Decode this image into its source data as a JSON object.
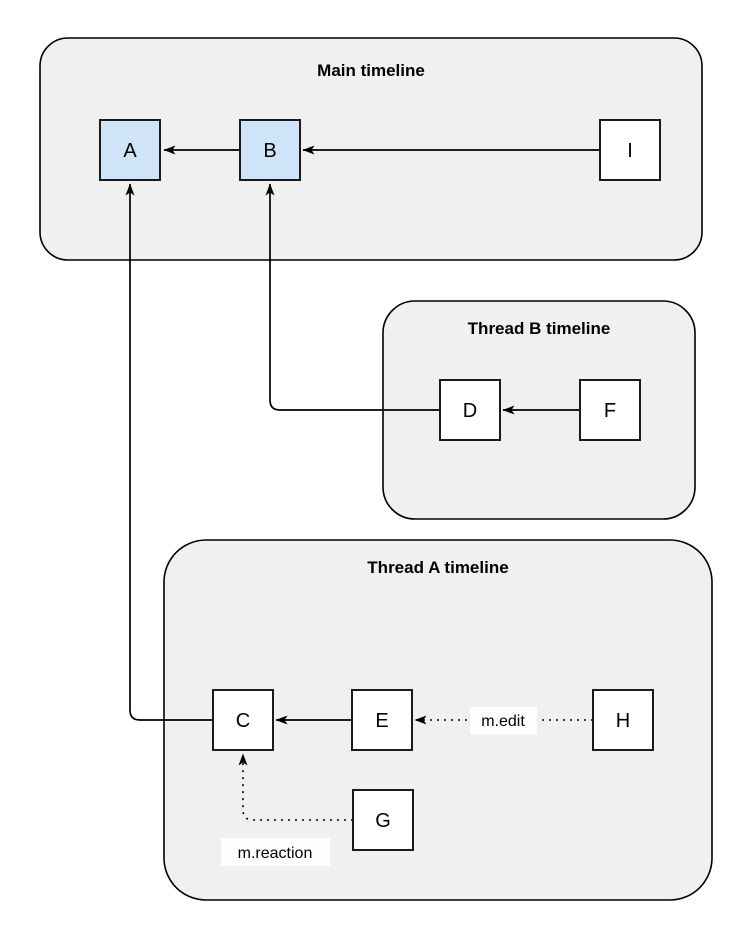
{
  "diagram": {
    "description": "Event graph showing a main timeline and two thread timelines",
    "colors": {
      "container_fill": "#f0f0f0",
      "container_stroke": "#000000",
      "node_fill_highlight": "#cfe3f9",
      "node_fill_default": "#ffffff",
      "node_stroke": "#1a1a1a",
      "edge_color": "#000000",
      "label_bg": "#ffffff"
    },
    "containers": [
      {
        "id": "main",
        "title": "Main timeline"
      },
      {
        "id": "thread-b",
        "title": "Thread B timeline"
      },
      {
        "id": "thread-a",
        "title": "Thread A timeline"
      }
    ],
    "nodes": [
      {
        "id": "A",
        "label": "A",
        "container": "main",
        "highlighted": true
      },
      {
        "id": "B",
        "label": "B",
        "container": "main",
        "highlighted": true
      },
      {
        "id": "I",
        "label": "I",
        "container": "main",
        "highlighted": false
      },
      {
        "id": "D",
        "label": "D",
        "container": "thread-b",
        "highlighted": false
      },
      {
        "id": "F",
        "label": "F",
        "container": "thread-b",
        "highlighted": false
      },
      {
        "id": "C",
        "label": "C",
        "container": "thread-a",
        "highlighted": false
      },
      {
        "id": "E",
        "label": "E",
        "container": "thread-a",
        "highlighted": false
      },
      {
        "id": "H",
        "label": "H",
        "container": "thread-a",
        "highlighted": false
      },
      {
        "id": "G",
        "label": "G",
        "container": "thread-a",
        "highlighted": false
      }
    ],
    "edges": [
      {
        "from": "B",
        "to": "A",
        "style": "solid",
        "label": ""
      },
      {
        "from": "I",
        "to": "B",
        "style": "solid",
        "label": ""
      },
      {
        "from": "D",
        "to": "B",
        "style": "solid",
        "label": ""
      },
      {
        "from": "F",
        "to": "D",
        "style": "solid",
        "label": ""
      },
      {
        "from": "C",
        "to": "A",
        "style": "solid",
        "label": ""
      },
      {
        "from": "E",
        "to": "C",
        "style": "solid",
        "label": ""
      },
      {
        "from": "H",
        "to": "E",
        "style": "dotted",
        "label": "m.edit"
      },
      {
        "from": "G",
        "to": "C",
        "style": "dotted",
        "label": "m.reaction"
      }
    ],
    "edge_labels": {
      "edit": "m.edit",
      "reaction": "m.reaction"
    }
  }
}
